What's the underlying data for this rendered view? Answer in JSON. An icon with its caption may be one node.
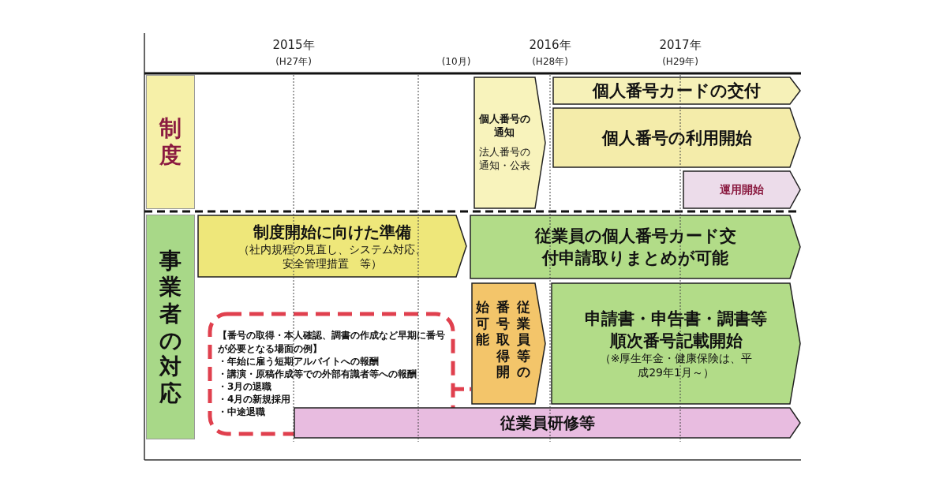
{
  "diagram": {
    "nodes": [
      {
        "text": [
          "制度"
        ]
      },
      {
        "text": [
          "個人番号の通知",
          "法人番号の通知・公表"
        ]
      },
      {
        "text": [
          "個人番号カードの交付"
        ]
      },
      {
        "text": [
          "個人番号の利用開始"
        ]
      },
      {
        "text": [
          "運用開始"
        ]
      },
      {
        "text": [
          "事業者の対応"
        ]
      },
      {
        "text": [
          "制度開始に向けた準備",
          "（社内規程の見直し、システム対応、安全管理措置　等）"
        ]
      },
      {
        "text": [
          "従業員の個人番号カード交付申請取りまとめが可能"
        ]
      },
      {
        "text": [
          "【番号の取得・本人確認、調書の作成など早期に番号が必要となる場面の例】",
          "・年始に雇う短期アルバイトへの報酬",
          "・講演・原稿作成等での外部有識者等への報酬",
          "・3月の退職",
          "・4月の新規採用",
          "・中途退職"
        ]
      },
      {
        "text": [
          "従業員等の番号取得開始可能"
        ]
      },
      {
        "text": [
          "申請書・申告書・調書等順次番号記載開始",
          "（※厚生年金・健康保険は、平成29年1月～）"
        ]
      },
      {
        "text": [
          "従業員研修等"
        ]
      }
    ],
    "edges": [
      {
        "from": 8,
        "to": 9,
        "arrow": "none",
        "style": "dashed",
        "color": "#e0404e"
      }
    ],
    "labels": [
      "2015年",
      "(H27年)",
      "(10月)",
      "2016年",
      "(H28年)",
      "2017年",
      "(H29年)"
    ]
  }
}
